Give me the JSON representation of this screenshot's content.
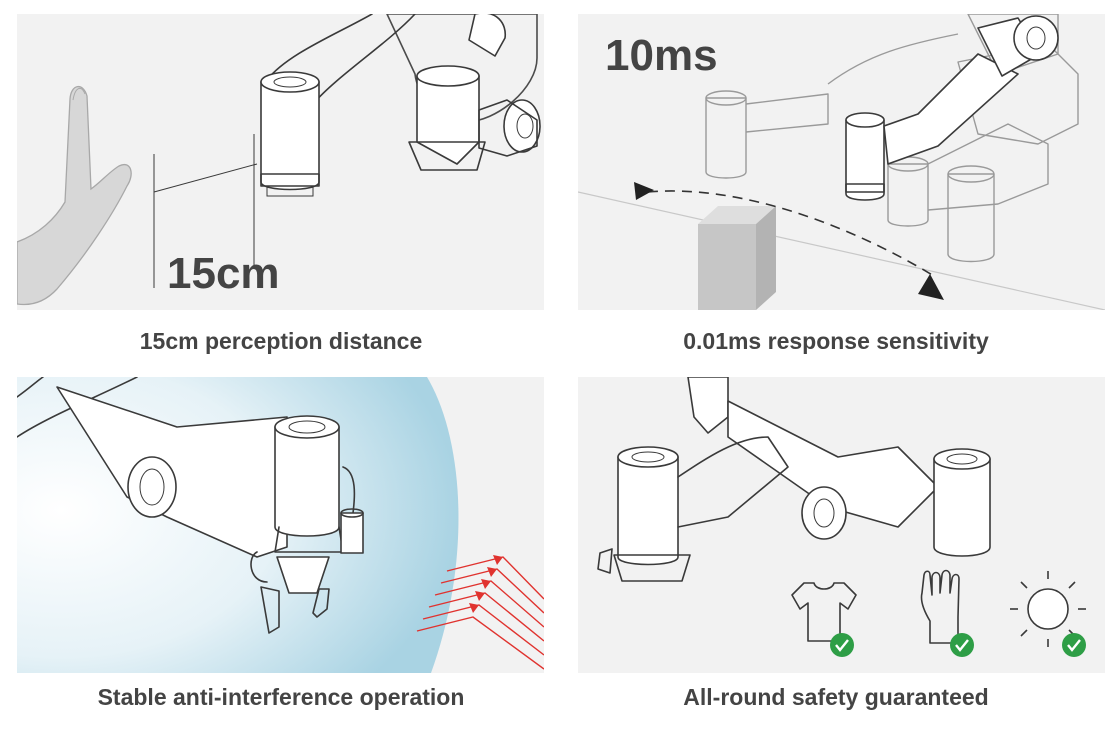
{
  "panels": {
    "perception": {
      "big_text": "15cm",
      "caption": "15cm perception distance"
    },
    "response": {
      "big_text": "10ms",
      "caption": "0.01ms response sensitivity"
    },
    "interference": {
      "caption": "Stable anti-interference operation"
    },
    "safety": {
      "caption": "All-round safety guaranteed"
    }
  },
  "colors": {
    "panel_bg": "#f2f2f2",
    "caption_text": "#444444",
    "interference_arrows": "#e0332f",
    "check_green": "#2e9e46",
    "field_blue": "#b9dce8"
  },
  "icons": [
    "hand-icon",
    "cube-icon",
    "shirt-icon",
    "glove-icon",
    "sun-icon",
    "check-icon"
  ]
}
